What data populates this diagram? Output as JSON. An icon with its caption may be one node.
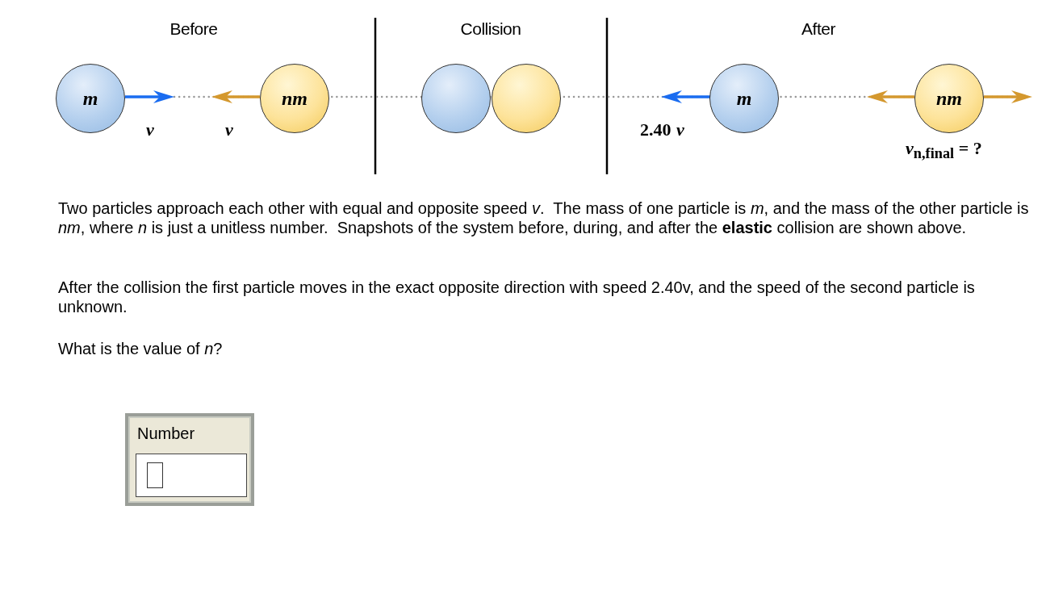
{
  "diagram": {
    "nodes": [
      {
        "text": [
          "m"
        ]
      },
      {
        "text": [
          "nm"
        ]
      },
      {
        "text": [],
        "shape": "circle"
      },
      {
        "text": [],
        "shape": "circle"
      },
      {
        "text": [
          "m"
        ]
      },
      {
        "text": [
          "nm"
        ],
        "beside": [
          "*v*$_{n,final}$ = ?"
        ]
      }
    ],
    "labels": [
      "Before",
      "Collision",
      "After",
      "v",
      "v",
      "2.40",
      "v",
      "Two particles approach each other with equal and opposite speed *v*.  The mass of one particle is *m*, and the mass of the other particle is *nm*, where *n* is just a unitless number.  Snapshots of the system before, during, and after the **elastic** collision are shown above.",
      "After the collision the first particle moves in the exact opposite direction with speed 2.40v, and the speed of the second particle is unknown.",
      "What is the value of *n*?",
      "Number"
    ]
  }
}
